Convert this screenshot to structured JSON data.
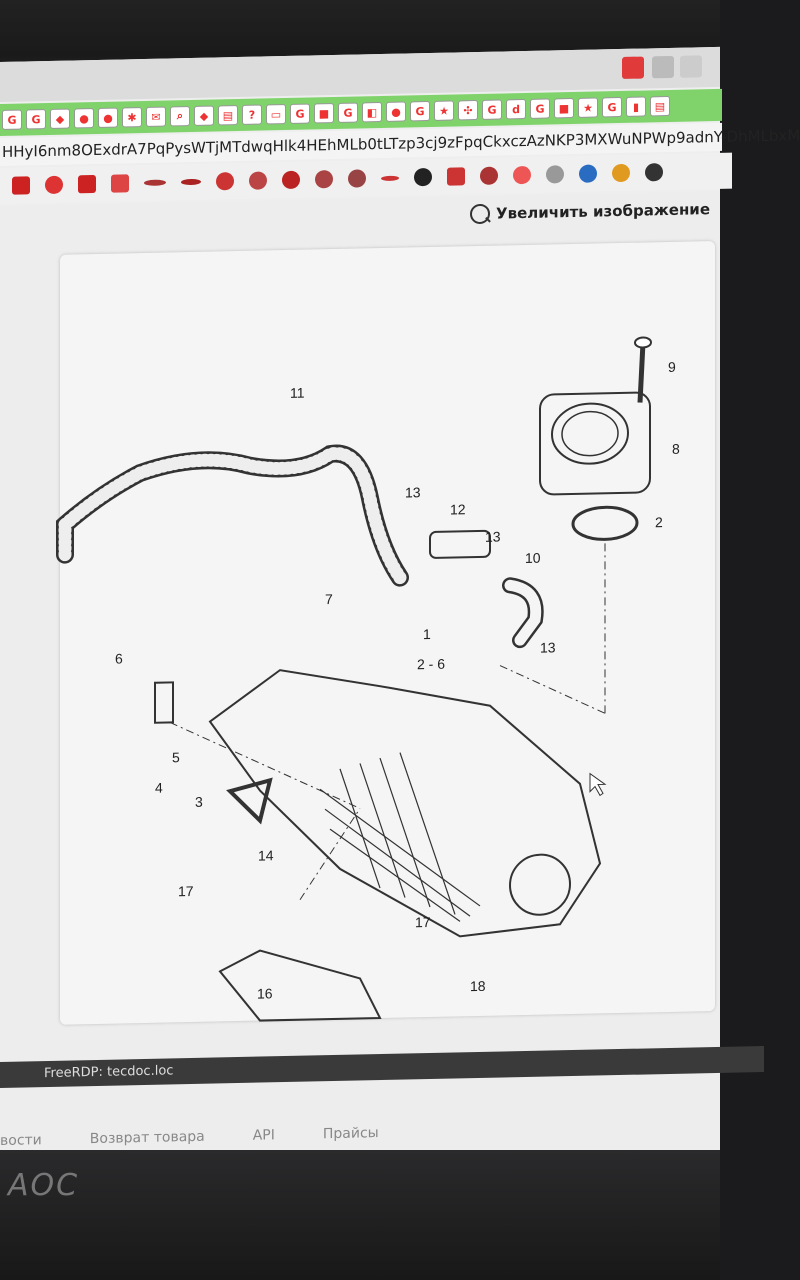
{
  "browser": {
    "url_text": "HHyI6nm8OExdrA7PqPysWTjMTdwqHlk4HEhMLb0tLTzp3cj9zFpqCkxczAzNKP3MXWuNPWp9adnY-DhMLbxM"
  },
  "page": {
    "zoom_link": "Увеличить изображение"
  },
  "diagram": {
    "callouts": [
      "11",
      "9",
      "8",
      "13",
      "12",
      "2",
      "13",
      "10",
      "7",
      "1",
      "2 - 6",
      "6",
      "13",
      "5",
      "4",
      "3",
      "14",
      "17",
      "17",
      "16",
      "18"
    ]
  },
  "footer": {
    "items": [
      "вости",
      "Возврат товара",
      "API",
      "Прайсы"
    ]
  },
  "taskbar": {
    "window_title": "FreeRDP: tecdoc.loc"
  },
  "monitor": {
    "brand": "AOC"
  }
}
